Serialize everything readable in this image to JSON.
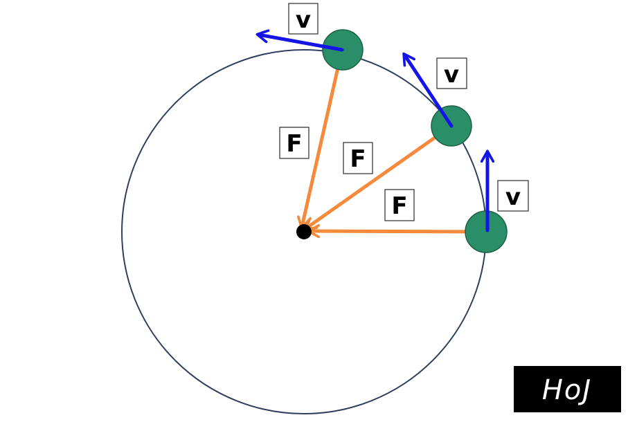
{
  "diagram": {
    "labels": {
      "velocity": "v",
      "force": "F"
    },
    "logo": "HoJ",
    "colors": {
      "orbit": "#2f3e5c",
      "ball": "#2a8f68",
      "ball_outline": "#1f5e45",
      "velocity_arrow": "#1414e6",
      "force_arrow": "#f58a3c",
      "center_dot": "#000000",
      "logo_bg": "#000000",
      "logo_text": "#ffffff"
    }
  }
}
